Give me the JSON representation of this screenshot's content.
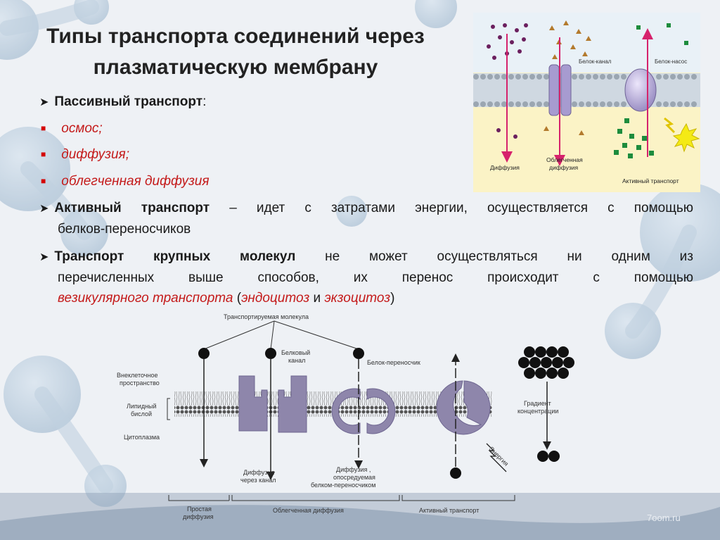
{
  "slide": {
    "title_line1": "Типы транспорта соединений через",
    "title_line2": "плазматическую мембрану"
  },
  "bullets": {
    "passive_label": "Пассивный транспорт",
    "passive_colon": ":",
    "osmosis": "осмос;",
    "diffusion": "диффузия;",
    "facilitated": "облегченная диффузия",
    "active_label": "Активный транспорт",
    "active_line1_rest": " – идет с затратами энергии, осуществляется с помощью",
    "active_line2": "белков-переносчиков",
    "large_label": "Транспорт крупных молекул",
    "large_line1_rest": " не может осуществляться ни одним из",
    "large_line2": "перечисленных выше способов, их перенос происходит с помощью",
    "large_line3_red1": "везикулярного транспорта",
    "large_line3_p1": " (",
    "large_line3_red2": "эндоцитоз",
    "large_line3_and": " и ",
    "large_line3_red3": "экзоцитоз",
    "large_line3_p2": ")"
  },
  "figure_top": {
    "label_channel": "Белок-канал",
    "label_pump": "Белок-насос",
    "caption_diffusion": "Диффузия",
    "caption_facilitated_1": "Облегченная",
    "caption_facilitated_2": "диффузия",
    "caption_active": "Активный транспорт"
  },
  "figure_bottom": {
    "transported_molecule": "Транспортируемая молекула",
    "protein_channel_1": "Белковый",
    "protein_channel_2": "канал",
    "carrier_protein": "Белок-переносчик",
    "extracellular_1": "Внеклеточное",
    "extracellular_2": "пространство",
    "lipid_1": "Липидный",
    "lipid_2": "бислой",
    "cytoplasm": "Цитоплазма",
    "gradient_1": "Градиент",
    "gradient_2": "концентрации",
    "energy": "Энергия",
    "diff_channel_1": "Диффузия",
    "diff_channel_2": "через канал",
    "diff_carrier_1": "Диффузия ,",
    "diff_carrier_2": "опосредуемая",
    "diff_carrier_3": "белком-переносчиком",
    "simple_1": "Простая",
    "simple_2": "диффузия",
    "facilitated": "Облегченная диффузия",
    "active": "Активный транспорт"
  },
  "credit": "7oom.ru",
  "colors": {
    "accent_red": "#d40000",
    "membrane_purple": "#8e86ab",
    "arrow_pink": "#d6226c",
    "figure_bg": "#fbf3c6"
  }
}
